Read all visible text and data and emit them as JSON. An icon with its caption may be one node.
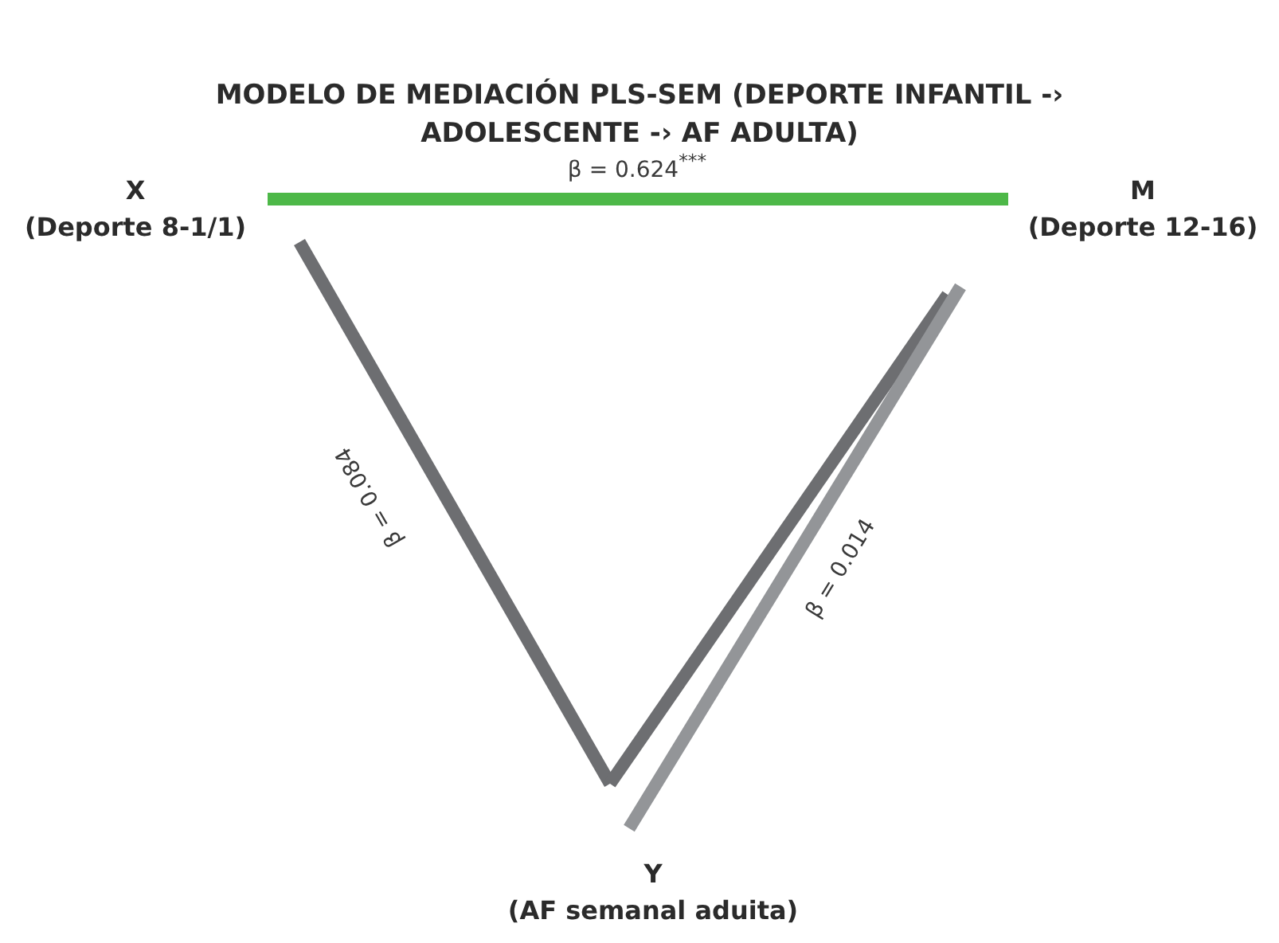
{
  "diagram": {
    "title": "MODELO DE MEDIACIÓN PLS-SEM (DEPORTE INFANTIL -› ADOLESCENTE -› AF ADULTA)",
    "nodes": [
      {
        "text": [
          "X",
          "(Deporte 8-1/1)"
        ]
      },
      {
        "text": [
          "M",
          "(Deporte 12-16)"
        ]
      },
      {
        "text": [
          "Y",
          "(AF semanal aduita)"
        ]
      }
    ],
    "edges": [
      {
        "from": 0,
        "to": 1,
        "arrow": "none",
        "label": "β = 0.624$^{***}$",
        "color": "#4db848"
      },
      {
        "from": 0,
        "to": 2,
        "arrow": "none",
        "label": "β = 0.084"
      },
      {
        "from": 1,
        "to": 2,
        "arrow": "none"
      },
      {
        "from": 1,
        "to": 2,
        "arrow": "none",
        "label": "β = 0.014",
        "color": "#939598"
      }
    ]
  }
}
